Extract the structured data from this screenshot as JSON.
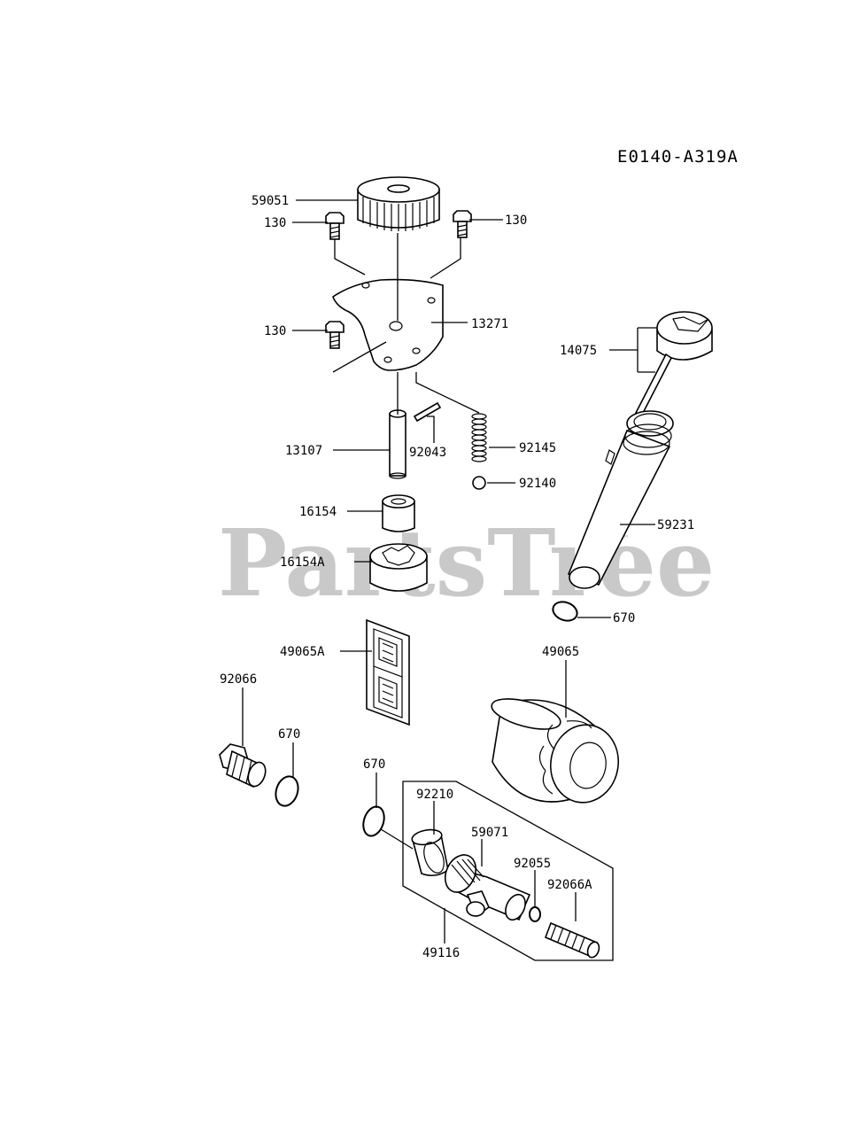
{
  "diagram": {
    "code": "E0140-A319A",
    "watermark": "PartsTree",
    "watermark_tm": "™",
    "labels": {
      "p59051": "59051",
      "p130a": "130",
      "p130b": "130",
      "p130c": "130",
      "p13271": "13271",
      "p13107": "13107",
      "p92043": "92043",
      "p92145": "92145",
      "p92140": "92140",
      "p16154": "16154",
      "p16154A": "16154A",
      "p49065A": "49065A",
      "p14075": "14075",
      "p59231": "59231",
      "p670a": "670",
      "p49065": "49065",
      "p92066": "92066",
      "p670b": "670",
      "p670c": "670",
      "p92210": "92210",
      "p59071": "59071",
      "p92055": "92055",
      "p92066A": "92066A",
      "p49116": "49116"
    }
  }
}
